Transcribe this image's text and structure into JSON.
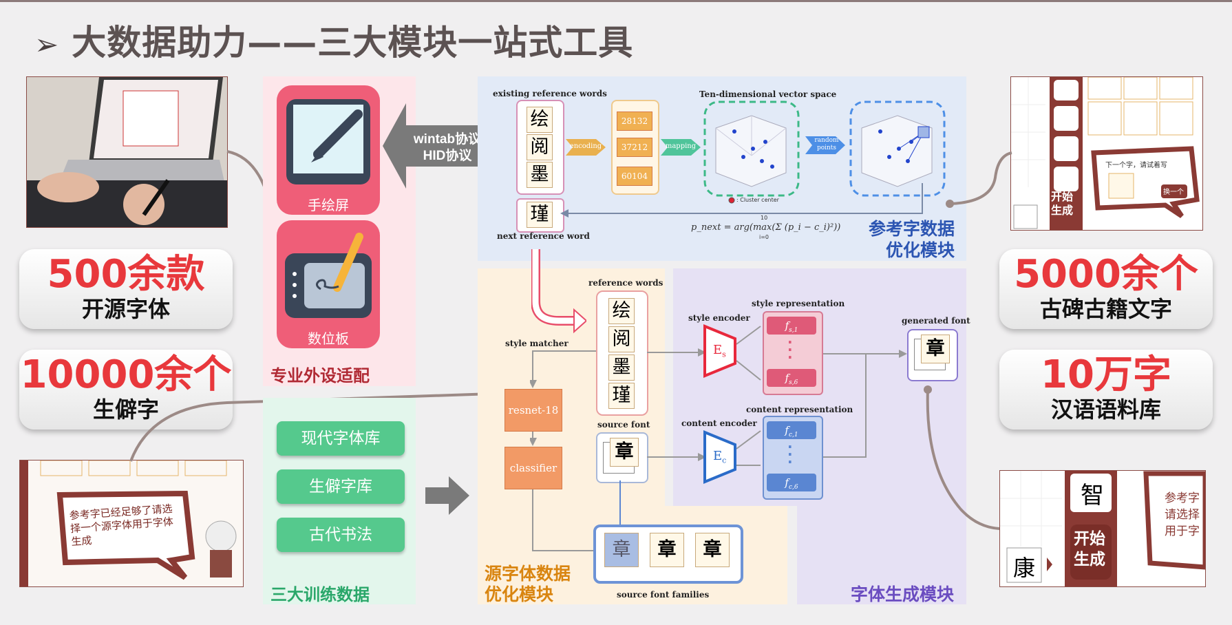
{
  "title": "大数据助力——三大模块一站式工具",
  "stats_left": [
    {
      "number": "500余款",
      "label": "开源字体"
    },
    {
      "number": "10000余个",
      "label": "生僻字"
    }
  ],
  "stats_right": [
    {
      "number": "5000余个",
      "label": "古碑古籍文字"
    },
    {
      "number": "10万字",
      "label": "汉语语料库"
    }
  ],
  "devices": {
    "tablet_screen_label": "手绘屏",
    "drawing_tablet_label": "数位板",
    "protocol_line1": "wintab协议",
    "protocol_line2": "HID协议",
    "panel_label": "专业外设适配"
  },
  "training": {
    "items": [
      "现代字体库",
      "生僻字库",
      "古代书法"
    ],
    "panel_label": "三大训练数据"
  },
  "reference_module": {
    "existing_label": "existing reference words",
    "existing_chars": [
      "绘",
      "阅",
      "墨"
    ],
    "next_char": "瑾",
    "next_label": "next reference word",
    "encoding_label": "encoding",
    "codes": [
      "28132",
      "37212",
      "60104"
    ],
    "mapping_label": "mapping",
    "space_label": "Ten-dimensional vector space",
    "random_label_1": "random",
    "random_label_2": "points",
    "cluster_label": ": Cluster center",
    "formula": "p_next = arg(max(Σ (p_i − c_i)²))",
    "formula_upper": "10",
    "formula_lower": "i=0",
    "module_line1": "参考字数据",
    "module_line2": "优化模块"
  },
  "source_module": {
    "reference_words_label": "reference words",
    "reference_chars": [
      "绘",
      "阅",
      "墨",
      "瑾"
    ],
    "style_matcher_label": "style matcher",
    "resnet_label": "resnet-18",
    "classifier_label": "classifier",
    "source_font_label": "source font",
    "source_char": "章",
    "families_label": "source font families",
    "family_chars": [
      "章",
      "章",
      "章"
    ],
    "module_line1": "源字体数据",
    "module_line2": "优化模块"
  },
  "generation_module": {
    "style_encoder_label": "style encoder",
    "style_encoder_symbol": "E",
    "style_encoder_sub": "s",
    "content_encoder_label": "content encoder",
    "content_encoder_symbol": "E",
    "content_encoder_sub": "c",
    "style_rep_label": "style representation",
    "style_rep_top": "f",
    "style_rep_top_sub": "s,1",
    "style_rep_bottom": "f",
    "style_rep_bottom_sub": "s,6",
    "content_rep_label": "content representation",
    "content_rep_top": "f",
    "content_rep_top_sub": "c,1",
    "content_rep_bottom": "f",
    "content_rep_bottom_sub": "c,6",
    "generated_label": "generated font",
    "generated_char": "章",
    "module_label": "字体生成模块"
  },
  "screens": {
    "top_right_bubble": "下一个字，请试着写",
    "top_right_button": "换一个",
    "top_right_start": "开始生成",
    "bottom_left_bubble": "参考字已经足够了请选择一个源字体用于字体生成",
    "bottom_right_char": "智",
    "bottom_right_char2": "康",
    "bottom_right_start": "开始生成",
    "bottom_right_bubble": "参考字请选择用于字"
  },
  "colors": {
    "accent_red": "#e8383c",
    "pink_panel": "#fde6ea",
    "green_panel": "#e3f6ec",
    "blue_panel": "#e2eaf7",
    "orange_panel": "#fdf1df",
    "purple_panel": "#e6e1f4"
  }
}
